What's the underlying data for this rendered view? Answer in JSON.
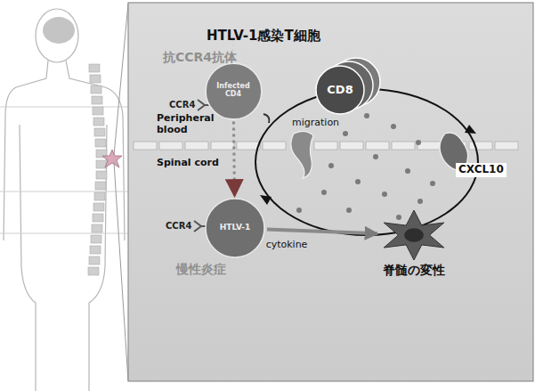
{
  "diagram": {
    "title": "HTLV-1感染T細胞",
    "nodes": [
      {
        "text": [
          "Infected CD4"
        ]
      },
      {
        "text": [
          "CD8"
        ]
      },
      {
        "text": [
          "HTLV-1"
        ]
      },
      {
        "text": [
          "脊髄の変性"
        ]
      }
    ],
    "edges": [
      {
        "from": 0,
        "to": 2,
        "arrow": "to"
      },
      {
        "from": 2,
        "to": 3,
        "label": "cytokine",
        "arrow": "to"
      }
    ],
    "labels": [
      "抗CCR4抗体",
      "CCR4",
      "Peripheral blood",
      "migration",
      "Spinal cord",
      "CXCL10",
      "CCR4",
      "慢性炎症"
    ]
  }
}
